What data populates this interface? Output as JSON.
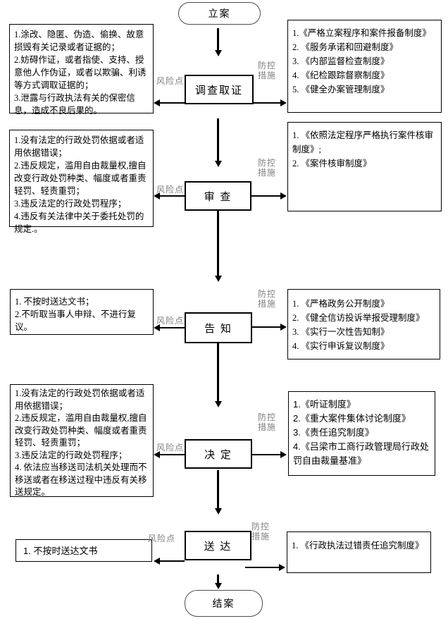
{
  "terminals": {
    "start": "立案",
    "end": "结案"
  },
  "labels": {
    "risk_point": "风险点",
    "control_1": "防控",
    "control_2": "措施"
  },
  "stages": [
    {
      "name": "调查取证",
      "risks": [
        "1.涂改、隐匿、伪造、偷换、故意损毁有关记录或者证据的；",
        "2.妨碍作证，或者指使、支持、授意他人作伪证，或者以欺骗、利诱等方式调取证据的；",
        "3.泄露与行政执法有关的保密信息，造成不良后果的。"
      ],
      "measures": [
        "1.《严格立案程序和案件报备制度》",
        "2. 《服务承诺和回避制度》",
        "3. 《内部监督检查制度》",
        "4. 《纪检跟踪督察制度》",
        "5. 《健全办案管理制度》"
      ]
    },
    {
      "name": "审 查",
      "risks": [
        "1.没有法定的行政处罚依据或者适用依据错误；",
        "2.违反规定，滥用自由裁量权,擅自改变行政处罚种类、幅度或者重责轻罚、轻责重罚；",
        "3.违反法定的行政处罚程序；",
        "4.违反有关法律中关于委托处罚的规定.。"
      ],
      "measures": [
        "1. 《依照法定程序严格执行案件核审制度》;",
        "2. 《案件核审制度》"
      ]
    },
    {
      "name": "告 知",
      "risks": [
        "1. 不按时送达文书；",
        "2.不听取当事人申辩、不进行复议。"
      ],
      "measures": [
        "1. 《严格政务公开制度》",
        "2. 《健全信访投诉举报受理制度》",
        "3. 《实行一次性告知制》",
        "4. 《实行申诉复议制度》"
      ]
    },
    {
      "name": "决 定",
      "risks": [
        "1.没有法定的行政处罚依据或者适用依据错误；",
        "2.违反规定，滥用自由裁量权,擅自改变行政处罚种类、幅度或者重责轻罚、轻责重罚；",
        "3.违反法定的行政处罚程序；",
        "4. 依法应当移送司法机关处理而不移送或者在移送过程中违反有关移送规定。"
      ],
      "measures": [
        "1.《听证制度》",
        "2.《重大案件集体讨论制度》",
        "3.《责任追究制度》",
        "4.《吕梁市工商行政管理局行政处罚自由裁量基准》"
      ]
    },
    {
      "name": "送 达",
      "risks": [
        "1.  不按时送达文书"
      ],
      "measures": [
        "1. 《行政执法过错责任追究制度》"
      ]
    }
  ]
}
